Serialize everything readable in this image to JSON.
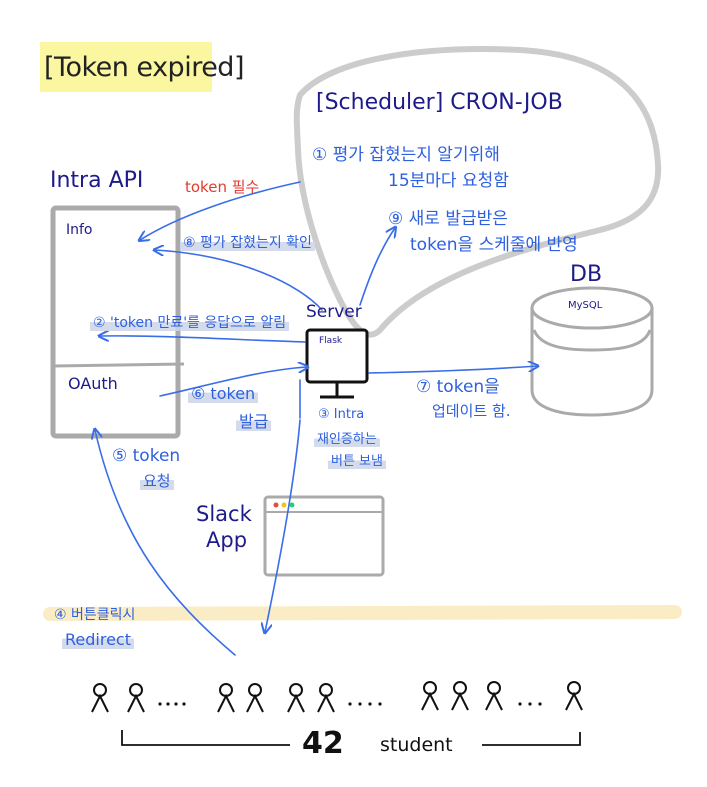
{
  "title": "[Token expired]",
  "scheduler": {
    "title": "[Scheduler] CRON-JOB",
    "step1_line1": "① 평가 잡혔는지 알기위해",
    "step1_line2": "15분마다 요청함",
    "step9_line1": "⑨ 새로 발급받은",
    "step9_line2": "token을 스케줄에 반영"
  },
  "intra": {
    "title": "Intra API",
    "info_label": "Info",
    "oauth_label": "OAuth",
    "token_required": "token 필수"
  },
  "server": {
    "title": "Server",
    "screen_label": "Flask"
  },
  "db": {
    "title": "DB",
    "engine": "MySQL"
  },
  "slack": {
    "line1": "Slack",
    "line2": "App"
  },
  "steps": {
    "s2": "② 'token 만료'를 응답으로 알림",
    "s3_line1": "③ Intra",
    "s3_line2": "재인증하는",
    "s3_line3": "버튼 보냄",
    "s4_line1": "④ 버튼클릭시",
    "s4_line2": "Redirect",
    "s5_line1": "⑤ token",
    "s5_line2": "요청",
    "s6_line1": "⑥ token",
    "s6_line2": "발급",
    "s7_line1": "⑦ token을",
    "s7_line2": "업데이트 함.",
    "s8": "⑧ 평가 잡혔는지 확인"
  },
  "students": {
    "count": "42",
    "label": "student"
  },
  "colors": {
    "arrow": "#3a6ee8",
    "navy_text": "#1d1a8a",
    "box_gray": "#aaaaaa",
    "highlight_yellow": "#fbf7a0",
    "highlight_band": "#faecc4",
    "red_text": "#e53a2f"
  }
}
